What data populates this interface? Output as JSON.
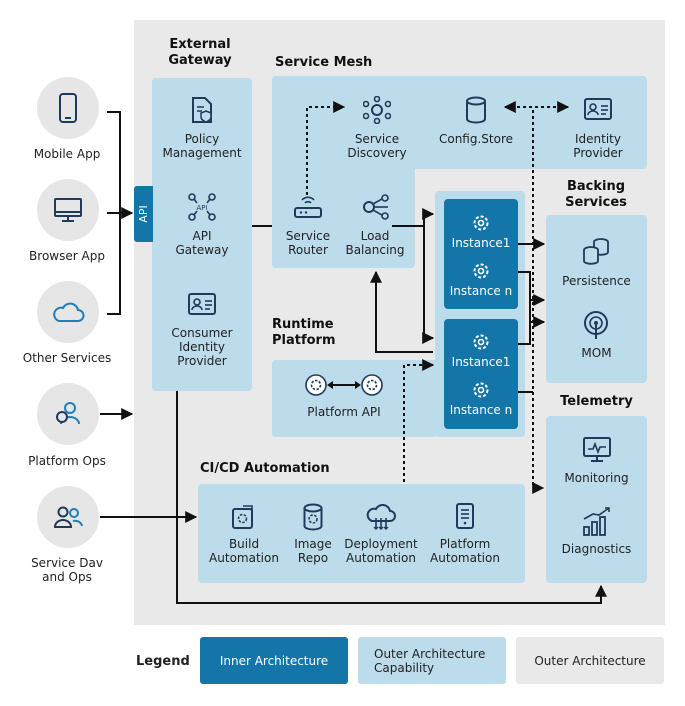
{
  "clients": [
    {
      "label": "Mobile App",
      "icon": "mobile-icon"
    },
    {
      "label": "Browser App",
      "icon": "monitor-icon"
    },
    {
      "label": "Other Services",
      "icon": "cloud-icon"
    },
    {
      "label": "Platform Ops",
      "icon": "users-icon"
    },
    {
      "label": "Service Dav\nand Ops",
      "icon": "team-icon"
    }
  ],
  "api_tab": "API",
  "external_gateway": {
    "title": "External\nGateway",
    "items": [
      {
        "label": "Policy\nManagement",
        "icon": "policy-icon"
      },
      {
        "label": "API\nGateway",
        "icon": "api-icon",
        "icon_text": "API"
      },
      {
        "label": "Consumer\nIdentity\nProvider",
        "icon": "id-card-icon"
      }
    ]
  },
  "service_mesh": {
    "title": "Service Mesh",
    "items": [
      {
        "label": "Service\nDiscovery",
        "icon": "network-icon"
      },
      {
        "label": "Config.Store",
        "icon": "database-icon"
      },
      {
        "label": "Identity\nProvider",
        "icon": "id-card-icon"
      },
      {
        "label": "Service\nRouter",
        "icon": "router-icon"
      },
      {
        "label": "Load\nBalancing",
        "icon": "share-icon"
      }
    ]
  },
  "instances": {
    "group1": [
      "Instance1",
      "Instance n"
    ],
    "group2": [
      "Instance1",
      "Instance n"
    ]
  },
  "runtime_platform": {
    "title": "Runtime\nPlatform",
    "item": {
      "label": "Platform API",
      "icon": "gear-pair-icon"
    }
  },
  "cicd": {
    "title": "CI/CD Automation",
    "items": [
      {
        "label": "Build\nAutomation",
        "icon": "build-icon"
      },
      {
        "label": "Image\nRepo",
        "icon": "db-gear-icon"
      },
      {
        "label": "Deployment\nAutomation",
        "icon": "cloud-deploy-icon"
      },
      {
        "label": "Platform\nAutomation",
        "icon": "server-icon"
      }
    ]
  },
  "backing_services": {
    "title": "Backing\nServices",
    "items": [
      {
        "label": "Persistence",
        "icon": "databases-icon"
      },
      {
        "label": "MOM",
        "icon": "broadcast-icon"
      }
    ]
  },
  "telemetry": {
    "title": "Telemetry",
    "items": [
      {
        "label": "Monitoring",
        "icon": "monitor-chart-icon"
      },
      {
        "label": "Diagnostics",
        "icon": "bar-chart-icon"
      }
    ]
  },
  "legend": {
    "title": "Legend",
    "items": [
      {
        "label": "Inner Architecture"
      },
      {
        "label": "Outer Architecture\nCapability"
      },
      {
        "label": "Outer Architecture"
      }
    ]
  },
  "colors": {
    "outer": "#e9e9e9",
    "capability": "#bcdceb",
    "inner": "#1475a8"
  }
}
